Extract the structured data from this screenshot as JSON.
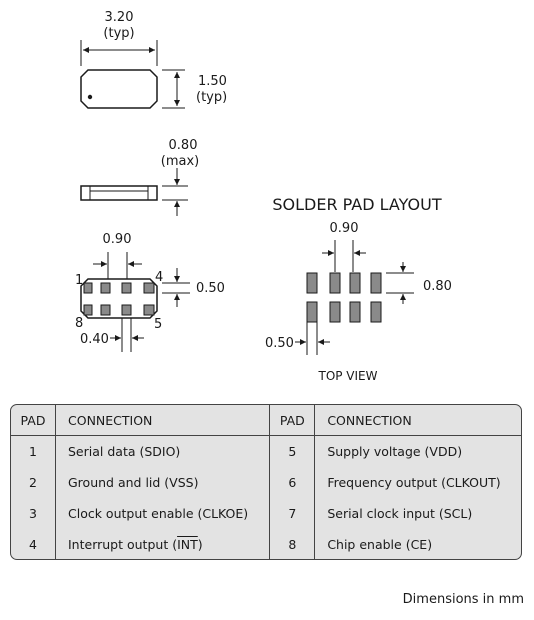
{
  "package": {
    "width": "3.20",
    "width_note": "(typ)",
    "height": "1.50",
    "height_note": "(typ)",
    "thickness": "0.80",
    "thickness_note": "(max)",
    "pitch": "0.90",
    "pad_height": "0.50",
    "pad_width": "0.40",
    "pin_labels": [
      "1",
      "4",
      "8",
      "5"
    ]
  },
  "solder_layout": {
    "title": "SOLDER PAD LAYOUT",
    "pitch": "0.90",
    "pad_height": "0.80",
    "pad_width": "0.50",
    "view": "TOP VIEW"
  },
  "pad_table": {
    "headers": [
      "PAD",
      "CONNECTION",
      "PAD",
      "CONNECTION"
    ],
    "rows": [
      {
        "pad_a": "1",
        "conn_a": "Serial data (SDIO)",
        "pad_b": "5",
        "conn_b": "Supply voltage (VDD)"
      },
      {
        "pad_a": "2",
        "conn_a": "Ground and lid (VSS)",
        "pad_b": "6",
        "conn_b": "Frequency output (CLKOUT)"
      },
      {
        "pad_a": "3",
        "conn_a": "Clock output enable (CLKOE)",
        "pad_b": "7",
        "conn_b": "Serial clock input (SCL)"
      },
      {
        "pad_a": "4",
        "conn_a": "Interrupt output (",
        "conn_a_overline": "INT",
        "conn_a_tail": ")",
        "pad_b": "8",
        "conn_b": "Chip enable (CE)"
      }
    ]
  },
  "footer": "Dimensions in mm"
}
